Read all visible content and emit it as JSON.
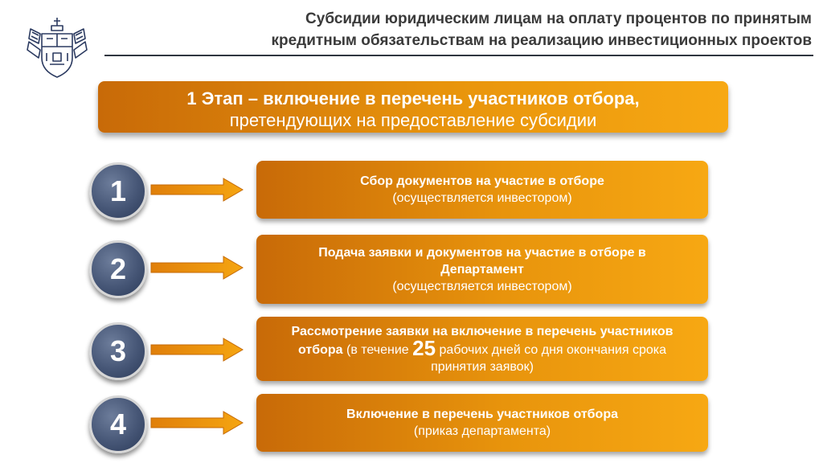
{
  "header": {
    "title_line1": "Субсидии юридическим лицам на оплату процентов по принятым",
    "title_line2": "кредитным обязательствам на реализацию инвестиционных проектов"
  },
  "stage": {
    "title": "1 Этап – включение в перечень участников отбора,",
    "subtitle": "претендующих на предоставление субсидии"
  },
  "steps": [
    {
      "number": "1",
      "title": "Сбор документов на участие в отборе",
      "note": "(осуществляется инвестором)"
    },
    {
      "number": "2",
      "title_line1": "Подача заявки и документов на участие в отборе в",
      "title_line2": "Департамент",
      "note": "(осуществляется инвестором)"
    },
    {
      "number": "3",
      "title_line1": "Рассмотрение заявки на включение в перечень участников",
      "title_line2": "отбора",
      "note_before": "(в течение",
      "days": "25",
      "note_after": "рабочих дней со дня окончания срока",
      "note_line3": "принятия заявок)"
    },
    {
      "number": "4",
      "title": "Включение в перечень участников отбора",
      "note": "(приказ департамента)"
    }
  ],
  "colors": {
    "box_dark": "#c86a08",
    "box_light": "#f7a813",
    "circle": "#465676",
    "header_text": "#3a3a3a"
  },
  "icons": {
    "logo": "krasnodar-coat-of-arms-icon",
    "arrow": "right-arrow-icon"
  }
}
